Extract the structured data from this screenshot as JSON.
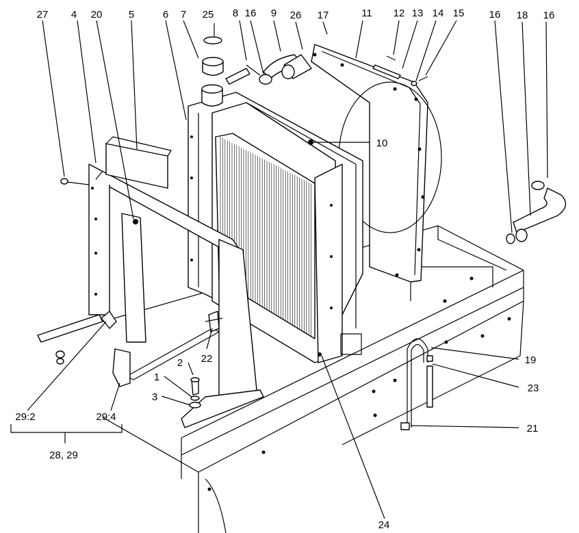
{
  "diagram": {
    "callouts": [
      {
        "id": "c27",
        "label": "27"
      },
      {
        "id": "c4",
        "label": "4"
      },
      {
        "id": "c20",
        "label": "20"
      },
      {
        "id": "c5",
        "label": "5"
      },
      {
        "id": "c6",
        "label": "6"
      },
      {
        "id": "c7",
        "label": "7"
      },
      {
        "id": "c25",
        "label": "25"
      },
      {
        "id": "c8",
        "label": "8"
      },
      {
        "id": "c16a",
        "label": "16"
      },
      {
        "id": "c9",
        "label": "9"
      },
      {
        "id": "c26",
        "label": "26"
      },
      {
        "id": "c17",
        "label": "17"
      },
      {
        "id": "c11",
        "label": "11"
      },
      {
        "id": "c12",
        "label": "12"
      },
      {
        "id": "c13",
        "label": "13"
      },
      {
        "id": "c14",
        "label": "14"
      },
      {
        "id": "c15",
        "label": "15"
      },
      {
        "id": "c16b",
        "label": "16"
      },
      {
        "id": "c18",
        "label": "18"
      },
      {
        "id": "c16c",
        "label": "16"
      },
      {
        "id": "c10",
        "label": "10"
      },
      {
        "id": "c22",
        "label": "22"
      },
      {
        "id": "c2",
        "label": "2"
      },
      {
        "id": "c1",
        "label": "1"
      },
      {
        "id": "c3",
        "label": "3"
      },
      {
        "id": "c19",
        "label": "19"
      },
      {
        "id": "c23",
        "label": "23"
      },
      {
        "id": "c21",
        "label": "21"
      },
      {
        "id": "c24",
        "label": "24"
      },
      {
        "id": "c29_2",
        "label": "29:2"
      },
      {
        "id": "c29_4",
        "label": "29:4"
      },
      {
        "id": "c28_29",
        "label": "28, 29"
      }
    ]
  }
}
